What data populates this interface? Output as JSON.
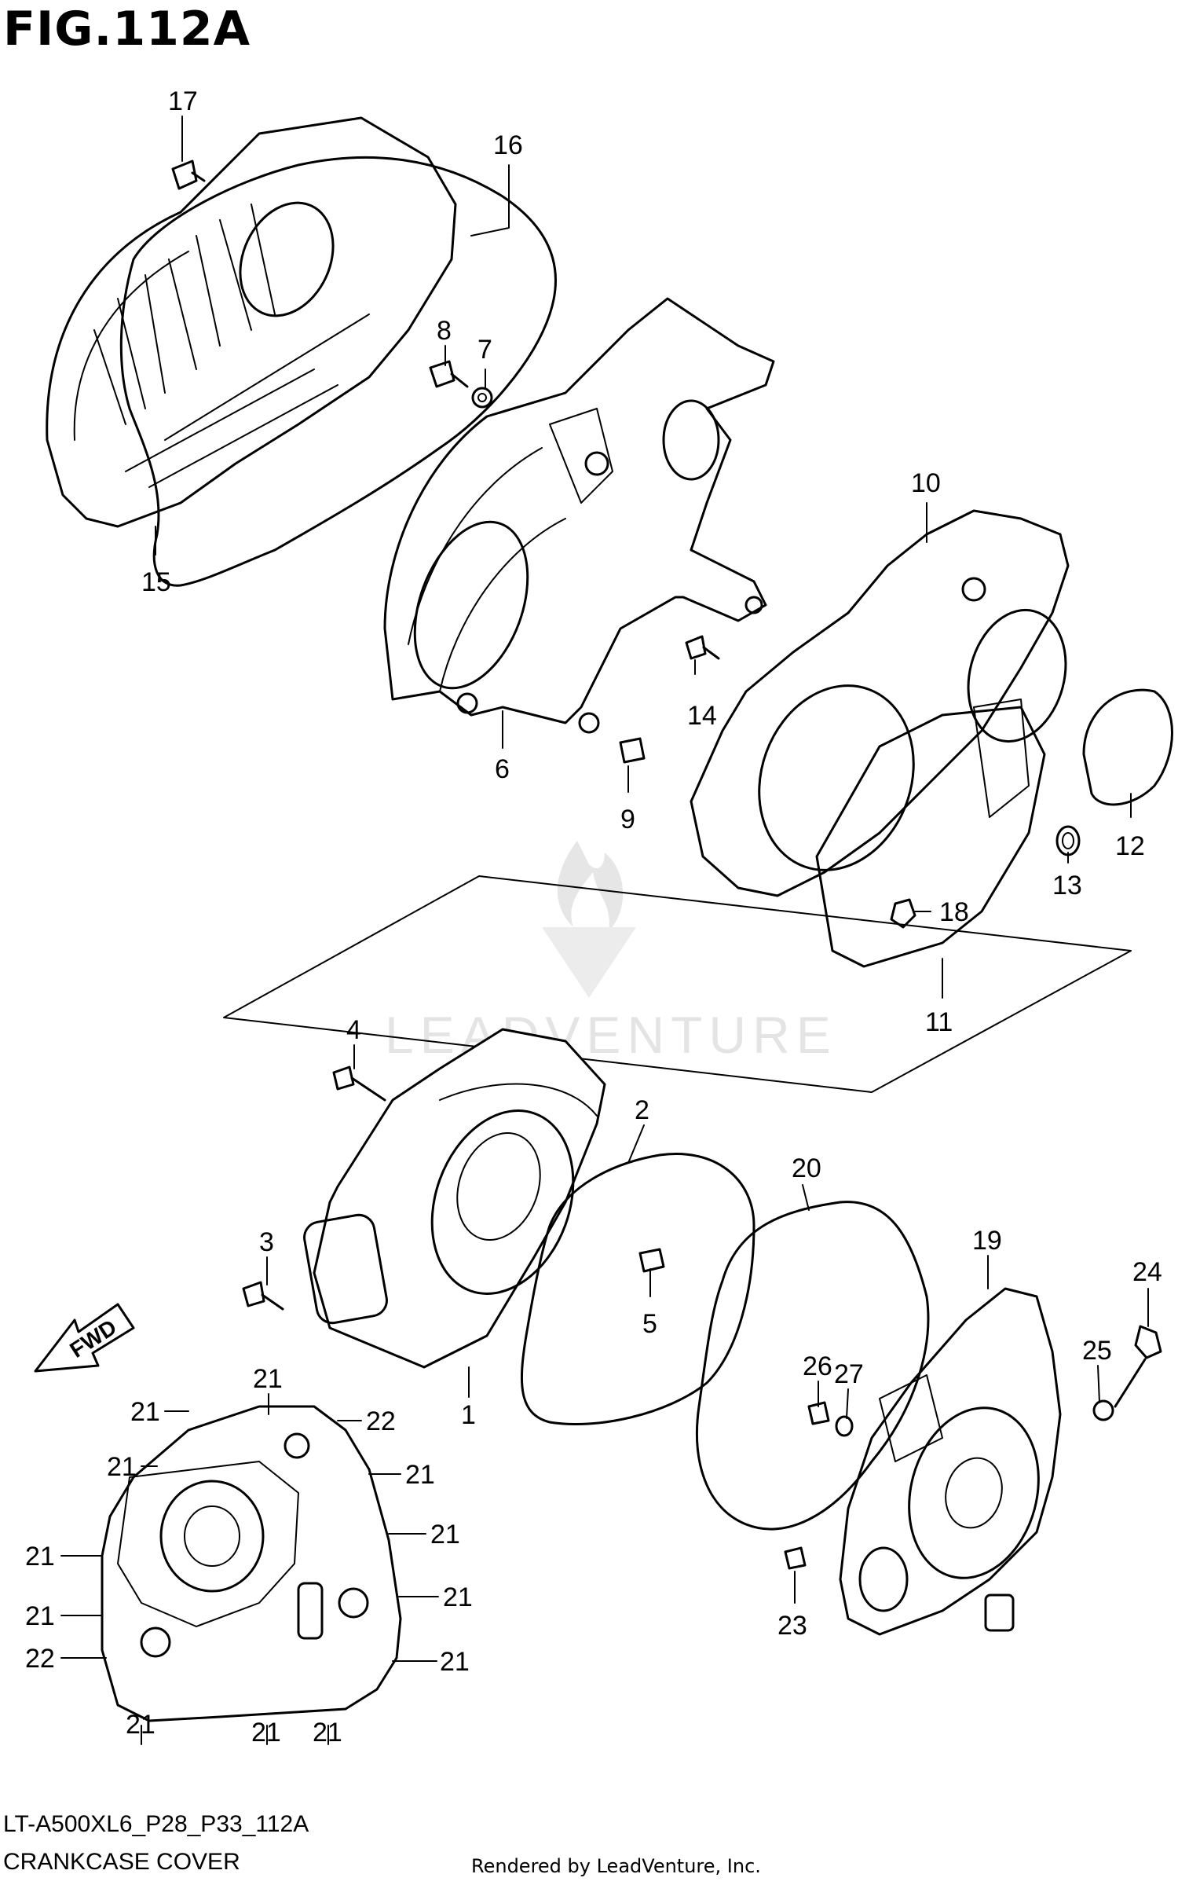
{
  "figure": {
    "title": "FIG.112A",
    "code": "LT-A500XL6_P28_P33_112A",
    "name": "CRANKCASE COVER",
    "rendered_by": "Rendered by LeadVenture, Inc.",
    "watermark": "LEADVENTURE",
    "fwd_label": "FWD"
  },
  "callouts": [
    {
      "id": "c17",
      "label": "17"
    },
    {
      "id": "c16",
      "label": "16"
    },
    {
      "id": "c15",
      "label": "15"
    },
    {
      "id": "c8",
      "label": "8"
    },
    {
      "id": "c7",
      "label": "7"
    },
    {
      "id": "c6",
      "label": "6"
    },
    {
      "id": "c9",
      "label": "9"
    },
    {
      "id": "c10",
      "label": "10"
    },
    {
      "id": "c14",
      "label": "14"
    },
    {
      "id": "c12",
      "label": "12"
    },
    {
      "id": "c13",
      "label": "13"
    },
    {
      "id": "c18",
      "label": "18"
    },
    {
      "id": "c11",
      "label": "11"
    },
    {
      "id": "c4",
      "label": "4"
    },
    {
      "id": "c2",
      "label": "2"
    },
    {
      "id": "c20",
      "label": "20"
    },
    {
      "id": "c3",
      "label": "3"
    },
    {
      "id": "c5",
      "label": "5"
    },
    {
      "id": "c1",
      "label": "1"
    },
    {
      "id": "c19",
      "label": "19"
    },
    {
      "id": "c24",
      "label": "24"
    },
    {
      "id": "c26",
      "label": "26"
    },
    {
      "id": "c27",
      "label": "27"
    },
    {
      "id": "c25",
      "label": "25"
    },
    {
      "id": "c23",
      "label": "23"
    },
    {
      "id": "c21a",
      "label": "21"
    },
    {
      "id": "c21b",
      "label": "21"
    },
    {
      "id": "c22a",
      "label": "22"
    },
    {
      "id": "c21c",
      "label": "21"
    },
    {
      "id": "c21d",
      "label": "21"
    },
    {
      "id": "c21e",
      "label": "21"
    },
    {
      "id": "c21f",
      "label": "21"
    },
    {
      "id": "c21g",
      "label": "21"
    },
    {
      "id": "c21h",
      "label": "21"
    },
    {
      "id": "c22b",
      "label": "22"
    },
    {
      "id": "c21i",
      "label": "21"
    },
    {
      "id": "c21j",
      "label": "21"
    },
    {
      "id": "c21k",
      "label": "21"
    },
    {
      "id": "c21l",
      "label": "21"
    }
  ]
}
